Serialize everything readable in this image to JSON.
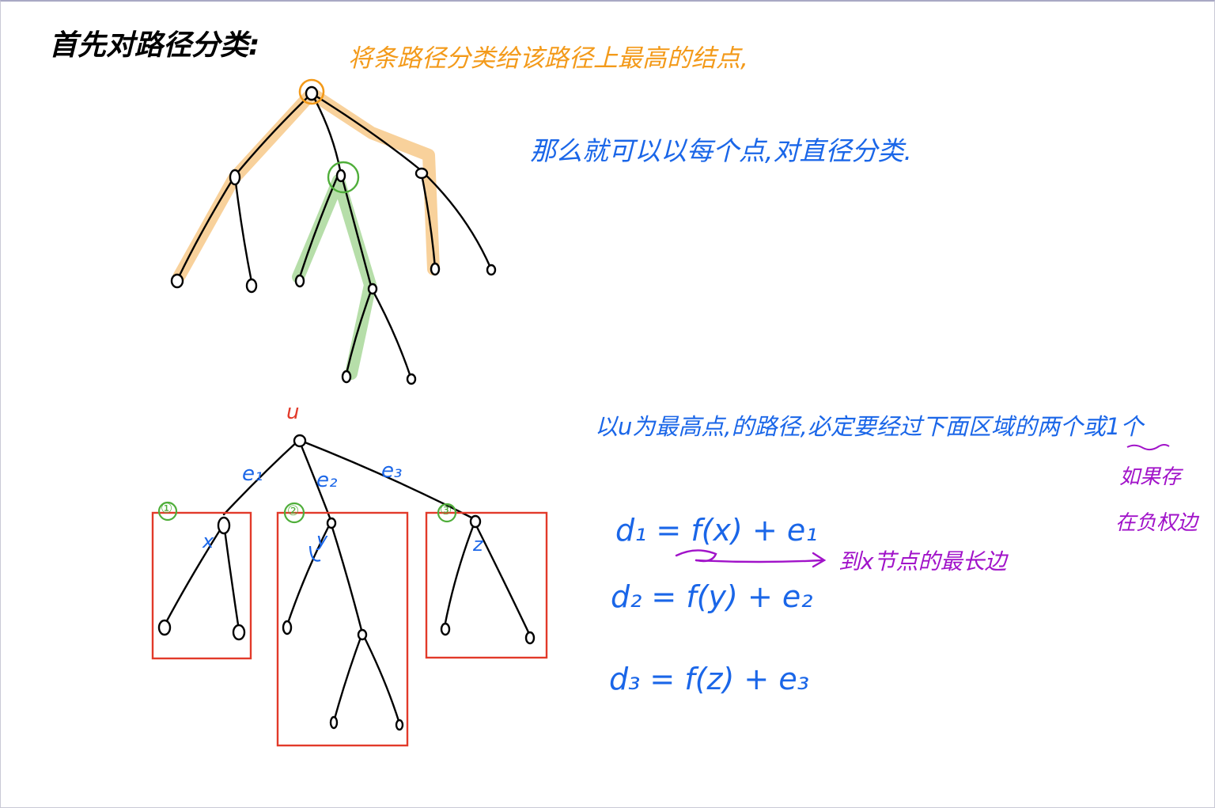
{
  "heading": "首先对路径分类:",
  "note_orange": "将条路径分类给该路径上最高的结点,",
  "note_top_right": "那么就可以以每个点,对直径分类.",
  "note_middle": "以u为最高点,的路径,必定要经过下面区域的两个或1个",
  "note_side": [
    "如果存",
    "在负权边"
  ],
  "note_arrow": "到x节点的最长边",
  "labels": {
    "root": "u",
    "edge1": "e₁",
    "edge2": "e₂",
    "edge3": "e₃",
    "child1": "x",
    "child2": "y",
    "child3": "z",
    "region1": "①",
    "region2": "②",
    "region3": "③"
  },
  "equations": [
    "d₁ = f(x) + e₁",
    "d₂ = f(y) + e₂",
    "d₃ = f(z) + e₃"
  ],
  "colors": {
    "ink": "#000000",
    "orange": "#f39a1a",
    "orange_highlight": "#f7c98a",
    "green": "#4fae3a",
    "green_highlight": "#a9d89a",
    "blue": "#1a66e8",
    "red": "#e23a2a",
    "purple": "#a113c9"
  }
}
